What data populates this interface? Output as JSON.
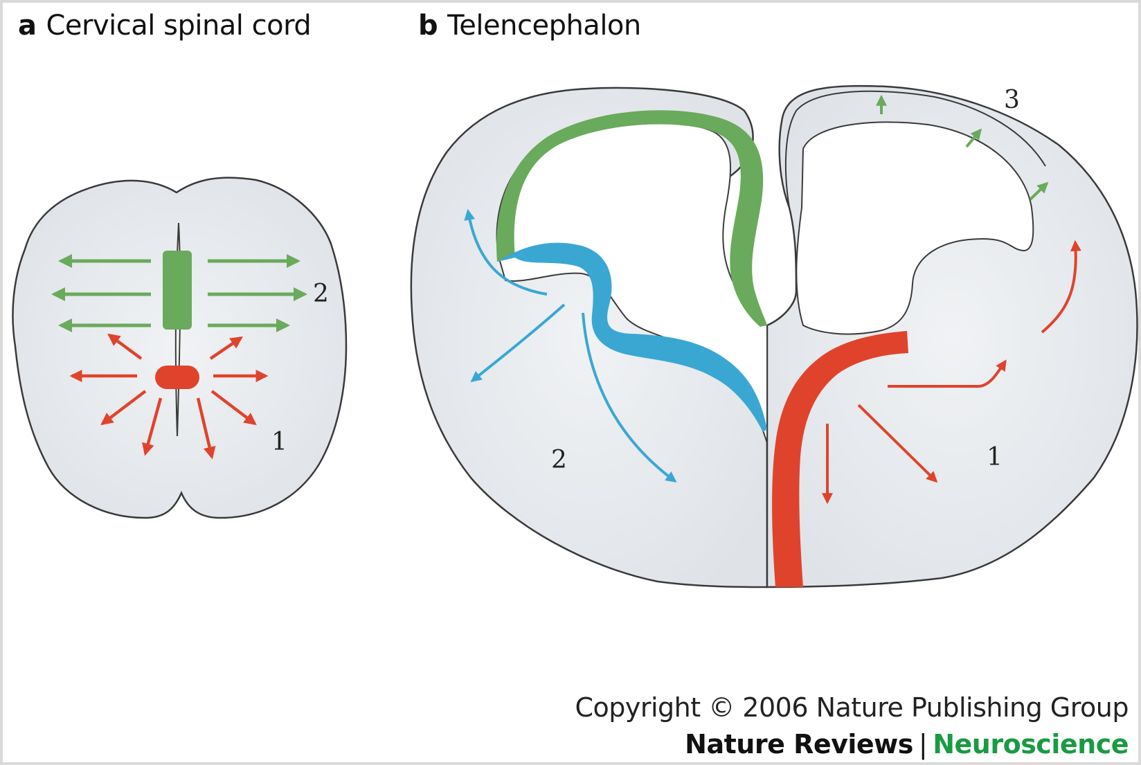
{
  "panel_a": {
    "letter": "a",
    "title": "Cervical spinal cord",
    "label_1": "1",
    "label_2": "2"
  },
  "panel_b": {
    "letter": "b",
    "title": "Telencephalon",
    "label_1": "1",
    "label_2": "2",
    "label_3": "3"
  },
  "footer": {
    "copyright": "Copyright © 2006 Nature Publishing Group",
    "journal": "Nature Reviews",
    "separator": "|",
    "section": "Neuroscience"
  },
  "colors": {
    "tissue": "#e6eaee",
    "outline": "#3a3a3a",
    "red": "#e0432c",
    "green": "#6aaa5c",
    "blue": "#3aa7d3",
    "ventricle": "#ffffff"
  }
}
